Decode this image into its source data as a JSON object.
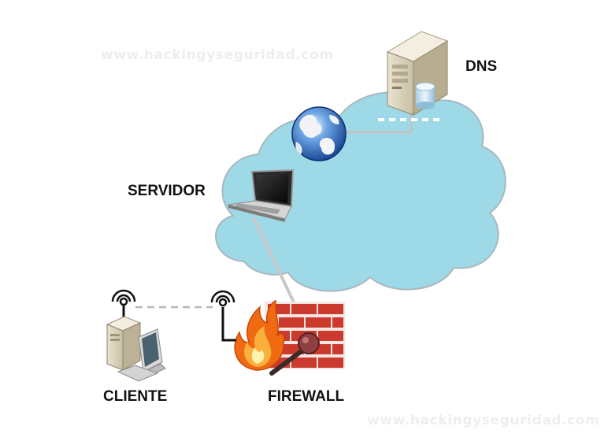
{
  "watermark": {
    "top": "www.hackingyseguridad.com",
    "bottom": "www.hackingyseguridad.com"
  },
  "nodes": {
    "dns": {
      "label": "DNS",
      "icon": "server-tower-database-icon"
    },
    "servidor": {
      "label": "SERVIDOR",
      "icon": "laptop-icon"
    },
    "cliente": {
      "label": "CLIENTE",
      "icon": "desktop-computer-icon"
    },
    "firewall": {
      "label": "FIREWALL",
      "icon": "brick-wall-fire-icon"
    },
    "internet": {
      "icon": "globe-icon"
    }
  },
  "colors": {
    "cloud": "#9ed9e8",
    "brick": "#cc3a2e",
    "mortar": "#f4e6e2",
    "flame": "#f06a12",
    "connector": "#c2c2c2"
  }
}
